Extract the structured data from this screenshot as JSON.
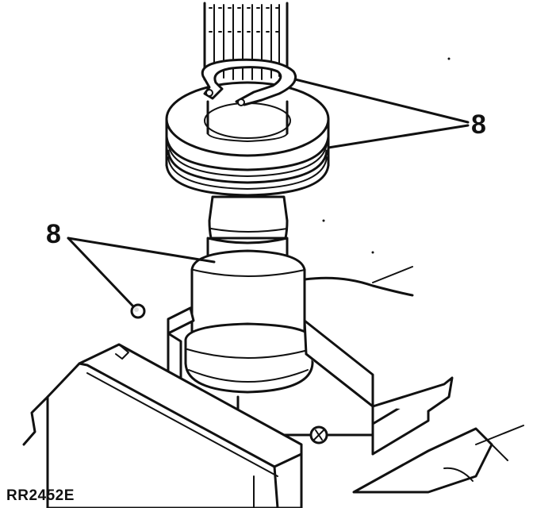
{
  "callouts": {
    "top_label": "8",
    "left_label": "8"
  },
  "figure_code": "RR2452E",
  "colors": {
    "ink": "#111111",
    "paper": "#ffffff"
  }
}
